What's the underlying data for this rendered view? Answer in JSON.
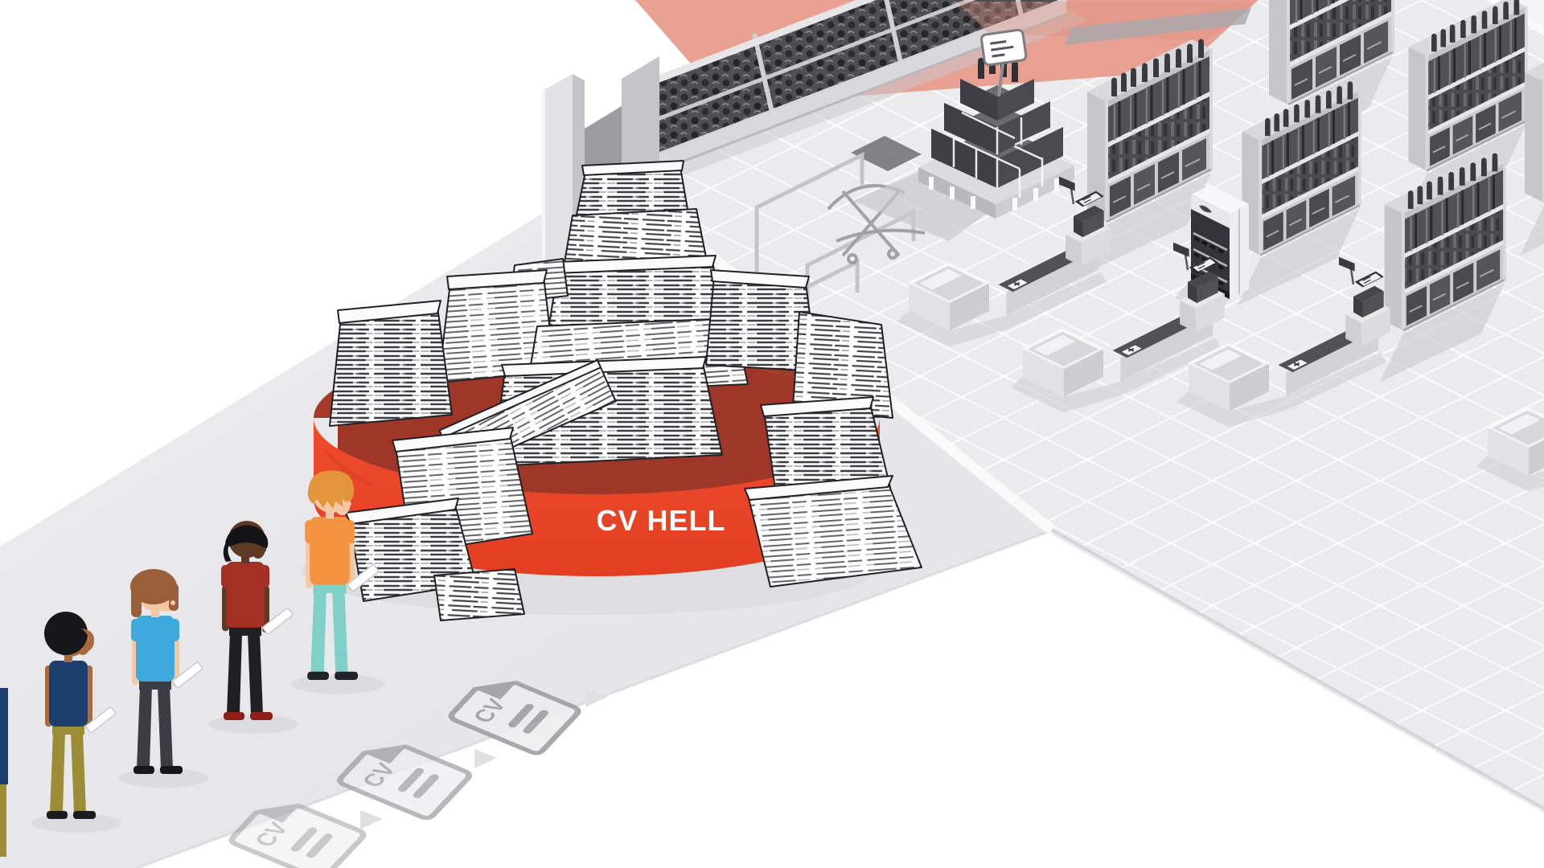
{
  "illustration": {
    "title": "CV HELL supermarket queue illustration",
    "ring": {
      "label": "CV HELL",
      "band_color": "#e8462e",
      "band_shadow_color": "#a63a28",
      "label_color": "#ffffff"
    },
    "cv_documents": {
      "label": "CV",
      "count_on_floor": 3
    },
    "queue": {
      "people": [
        {
          "id": "person-1",
          "hair": "#17171a",
          "skin": "#a76a41",
          "shirt": "#1d3f6d",
          "pants": "#9c8c33",
          "shoes": "#1c1c20"
        },
        {
          "id": "person-2",
          "hair": "#9a5f38",
          "skin": "#f2c9a4",
          "shirt": "#3fa9dc",
          "pants": "#3c3c44",
          "shoes": "#17171a"
        },
        {
          "id": "person-3",
          "hair": "#141417",
          "skin": "#5d3a26",
          "shirt": "#a33022",
          "pants": "#1f1f24",
          "shoes": "#8e2018"
        },
        {
          "id": "person-4",
          "hair": "#e3953b",
          "skin": "#f2c9a4",
          "shirt": "#f59440",
          "pants": "#7fd0c8",
          "shoes": "#22222a"
        }
      ]
    },
    "palette": {
      "background": "#ffffff",
      "walkway": "#e8e8eb",
      "market_floor": "#ebebee",
      "grid_line": "#ffffff",
      "curb": "#fafafb",
      "shadow": "#d2d2d6",
      "canopy_pink": "#e8a091",
      "sketch_dark": "#2a2a2e"
    }
  }
}
